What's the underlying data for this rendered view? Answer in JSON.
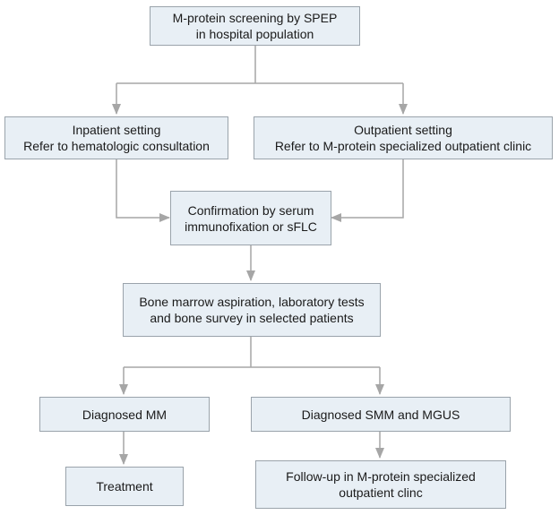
{
  "nodes": {
    "screening": {
      "lines": [
        "M-protein screening by SPEP",
        "in hospital population"
      ]
    },
    "inpatient": {
      "lines": [
        "Inpatient setting",
        "Refer to hematologic consultation"
      ]
    },
    "outpatient": {
      "lines": [
        "Outpatient setting",
        "Refer to M-protein specialized outpatient clinic"
      ]
    },
    "confirmation": {
      "lines": [
        "Confirmation by serum",
        "immunofixation or sFLC"
      ]
    },
    "workup": {
      "lines": [
        "Bone marrow aspiration, laboratory tests",
        "and bone survey in selected patients"
      ]
    },
    "mm": {
      "lines": [
        "Diagnosed MM"
      ]
    },
    "smm_mgus": {
      "lines": [
        "Diagnosed SMM and MGUS"
      ]
    },
    "treatment": {
      "lines": [
        "Treatment"
      ]
    },
    "followup": {
      "lines": [
        "Follow-up in M-protein specialized",
        "outpatient clinc"
      ]
    }
  },
  "colors": {
    "box_fill": "#e8eff5",
    "box_border": "#9aa3ab",
    "connector": "#a6a6a6",
    "text": "#1a1a1a"
  }
}
